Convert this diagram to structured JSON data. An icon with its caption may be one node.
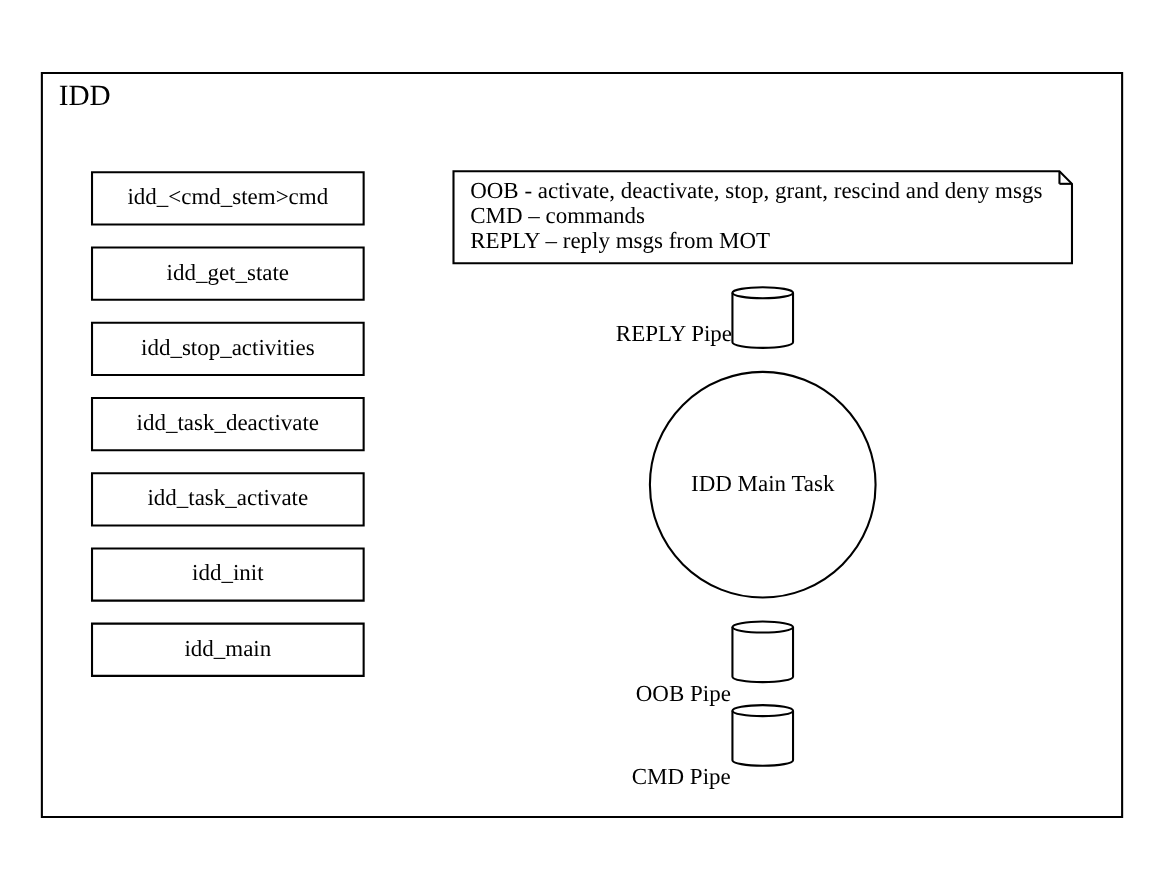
{
  "diagram": {
    "nodes": [
      {
        "text": [
          "IDD"
        ]
      },
      {
        "text": [
          "idd_main"
        ],
        "in": 0
      },
      {
        "text": [
          "idd_init"
        ],
        "in": 0
      },
      {
        "text": [
          "idd_task_activate"
        ],
        "in": 0
      },
      {
        "text": [
          "idd_task_deactivate"
        ],
        "in": 0
      },
      {
        "text": [
          "idd_stop_activities"
        ],
        "in": 0
      },
      {
        "text": [
          "idd_get_state"
        ],
        "in": 0
      },
      {
        "text": [
          "idd_<cmd_stem>cmd"
        ],
        "in": 0
      },
      {
        "text": [],
        "shape": "cylinder",
        "beside": [
          "CMD Pipe"
        ],
        "in": 0
      },
      {
        "text": [],
        "shape": "cylinder",
        "beside": [
          "OOB Pipe"
        ],
        "in": 0
      },
      {
        "text": [
          "IDD Main Task"
        ],
        "in": 0
      },
      {
        "text": [],
        "shape": "cylinder",
        "beside": [
          "REPLY Pipe"
        ],
        "in": 0
      },
      {
        "text": [
          "OOB - activate, deactivate, stop, grant, rescind and deny msgs",
          "CMD – commands",
          "REPLY – reply msgs from MOT"
        ],
        "in": 0
      }
    ],
    "edges": []
  }
}
